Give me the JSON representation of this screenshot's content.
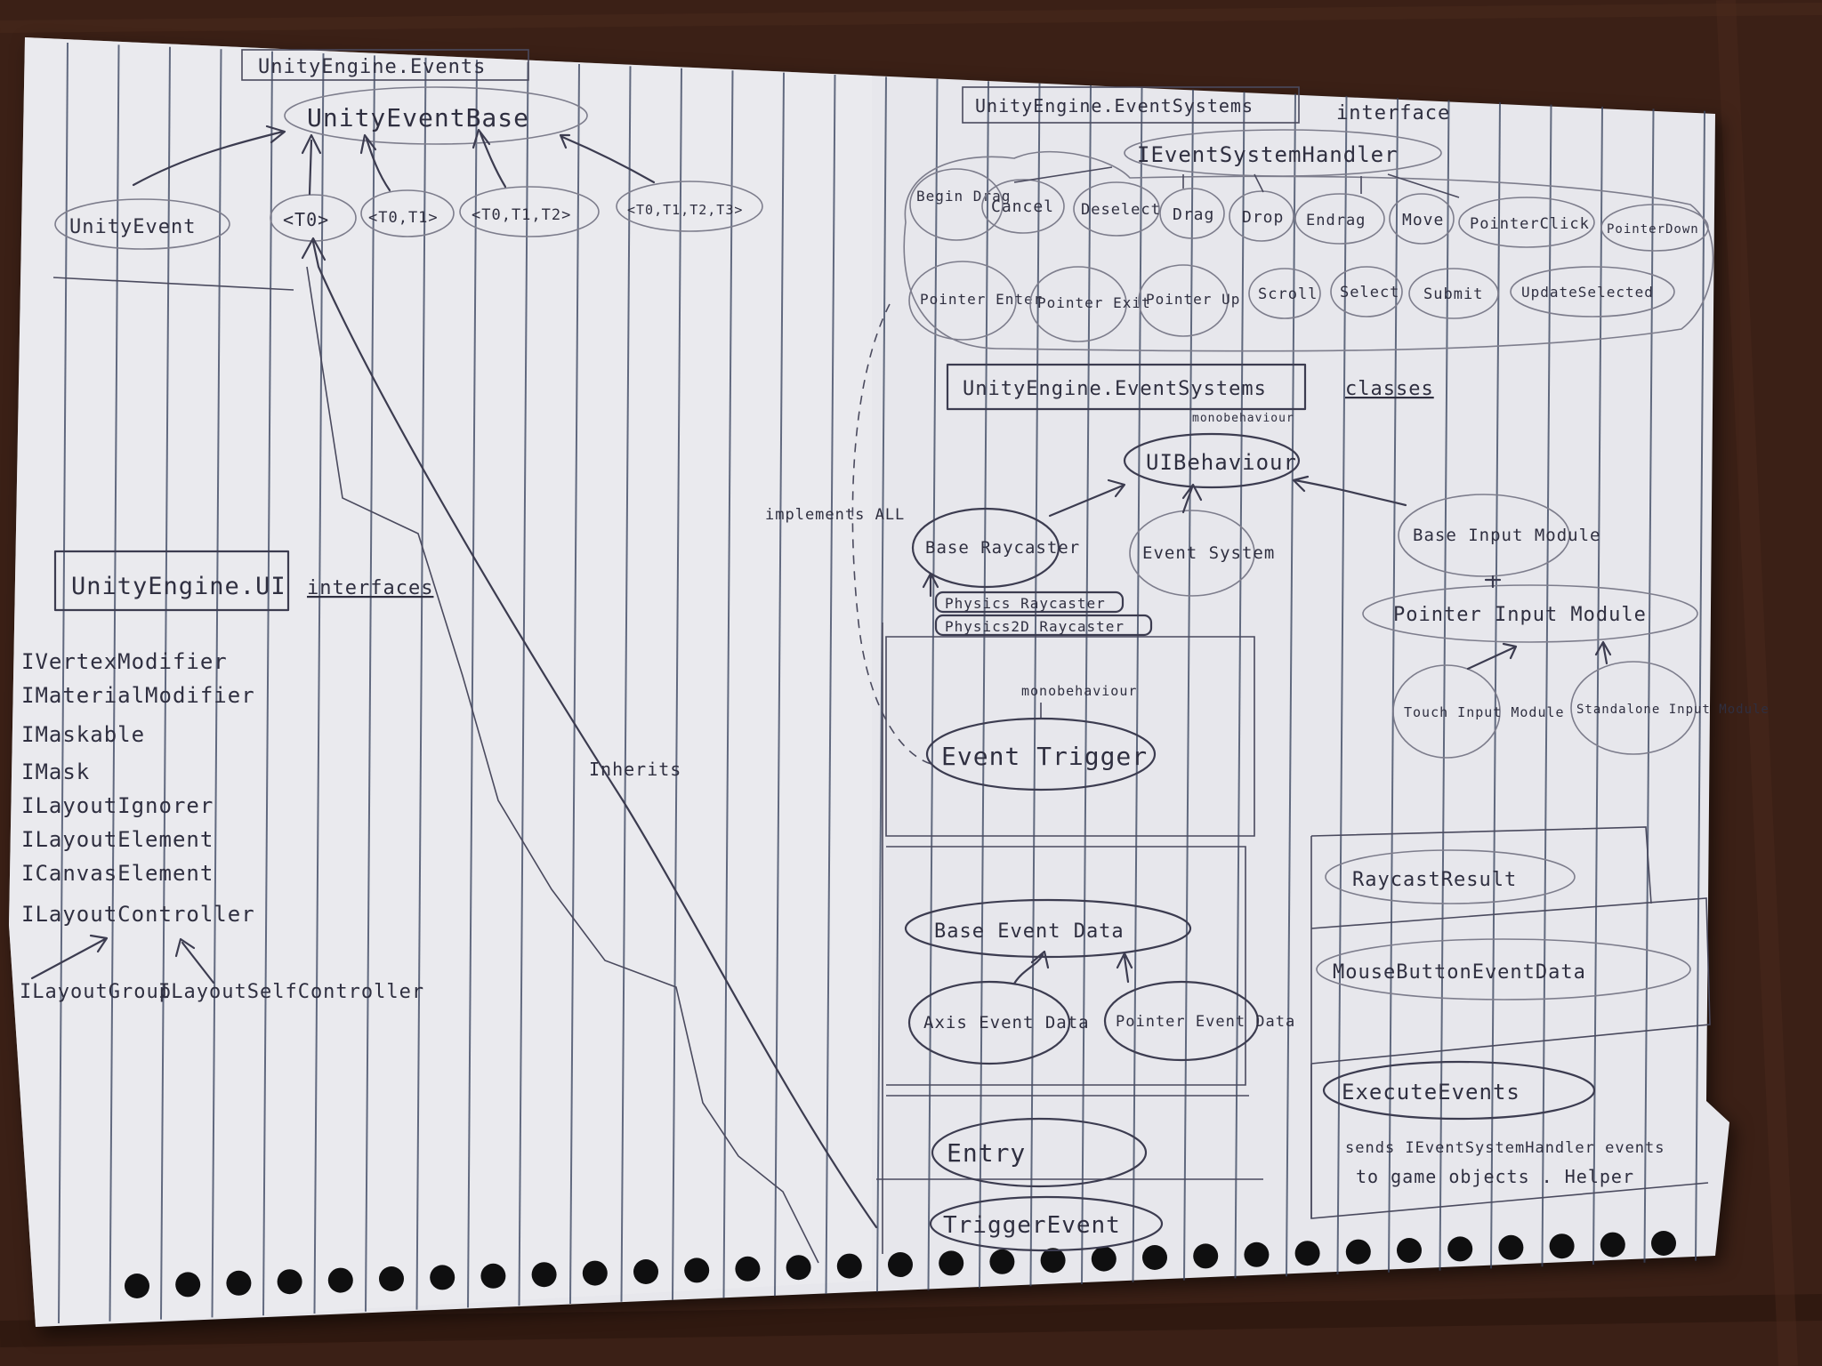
{
  "left_page": {
    "namespace_title": "UnityEngine.Events",
    "base_node": "UnityEventBase",
    "children": [
      "UnityEvent",
      "<T0>",
      "<T0,T1>",
      "<T0,T1,T2>",
      "<T0,T1,T2,T3>"
    ],
    "ui_namespace": "UnityEngine.UI",
    "interfaces_label": "interfaces",
    "ui_interfaces": [
      "IVertexModifier",
      "IMaterialModifier",
      "IMaskable",
      "IMask",
      "ILayoutIgnorer",
      "ILayoutElement",
      "ICanvasElement",
      "ILayoutController"
    ],
    "layout_group": "ILayoutGroup",
    "layout_self_controller": "ILayoutSelfController",
    "inherits_label": "Inherits",
    "implements_all_label": "implements ALL"
  },
  "right_page": {
    "namespace_title": "UnityEngine.EventSystems",
    "interface_label": "interface",
    "handler_root": "IEventSystemHandler",
    "handlers": [
      "Begin Drag",
      "Cancel",
      "Deselect",
      "Drag",
      "Drop",
      "Endrag",
      "Move",
      "PointerClick",
      "PointerDown",
      "Pointer Enter",
      "Pointer Exit",
      "Pointer Up",
      "Scroll",
      "Select",
      "Submit",
      "UpdateSelected"
    ],
    "classes_namespace": "UnityEngine.EventSystems",
    "classes_label": "classes",
    "monobehaviour_note": "monobehaviour",
    "monobehaviour_node": "UIBehaviour",
    "base_raycaster": "Base Raycaster",
    "event_system": "Event System",
    "base_input_module": "Base Input Module",
    "physics_raycaster": "Physics Raycaster",
    "physics2d_raycaster": "Physics2D Raycaster",
    "pointer_input_module": "Pointer Input Module",
    "touch_input_module": "Touch Input Module",
    "standalone_input_module": "Standalone Input Module",
    "event_trigger_note": "monobehaviour",
    "event_trigger": "Event Trigger",
    "base_event_data": "Base Event Data",
    "axis_event_data": "Axis Event Data",
    "pointer_event_data": "Pointer Event Data",
    "entry": "Entry",
    "trigger_event": "TriggerEvent",
    "raycast_result": "RaycastResult",
    "mouse_button_event_data": "MouseButtonEventData",
    "execute_events": "ExecuteEvents",
    "execute_events_note_1": "sends IEventSystemHandler events",
    "execute_events_note_2": "to game objects . Helper"
  }
}
